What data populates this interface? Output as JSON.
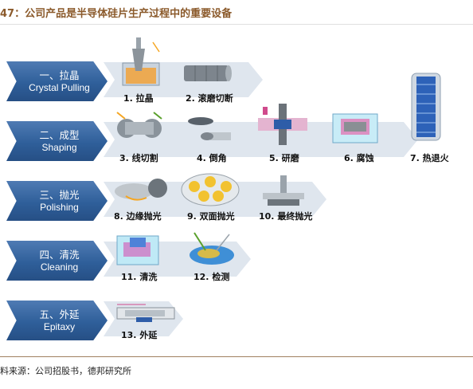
{
  "figure": {
    "title": "47：公司产品是半导体硅片生产过程中的重要设备",
    "source": "料来源：公司招股书，德邦研究所"
  },
  "stages": [
    {
      "cn": "一、拉晶",
      "en": "Crystal Pulling"
    },
    {
      "cn": "二、成型",
      "en": "Shaping"
    },
    {
      "cn": "三、抛光",
      "en": "Polishing"
    },
    {
      "cn": "四、清洗",
      "en": "Cleaning"
    },
    {
      "cn": "五、外延",
      "en": "Epitaxy"
    }
  ],
  "steps": [
    {
      "label": "1. 拉晶"
    },
    {
      "label": "2. 滚磨切断"
    },
    {
      "label": "3. 线切割"
    },
    {
      "label": "4. 倒角"
    },
    {
      "label": "5. 研磨"
    },
    {
      "label": "6. 腐蚀"
    },
    {
      "label": "7. 热退火"
    },
    {
      "label": "8. 边缘抛光"
    },
    {
      "label": "9. 双面抛光"
    },
    {
      "label": "10. 最终抛光"
    },
    {
      "label": "11. 清洗"
    },
    {
      "label": "12. 检测"
    },
    {
      "label": "13. 外延"
    }
  ],
  "colors": {
    "stage_blue": "#2f5f9a",
    "track_grey": "#dfe6ee",
    "title_brown": "#8b5a2b"
  }
}
